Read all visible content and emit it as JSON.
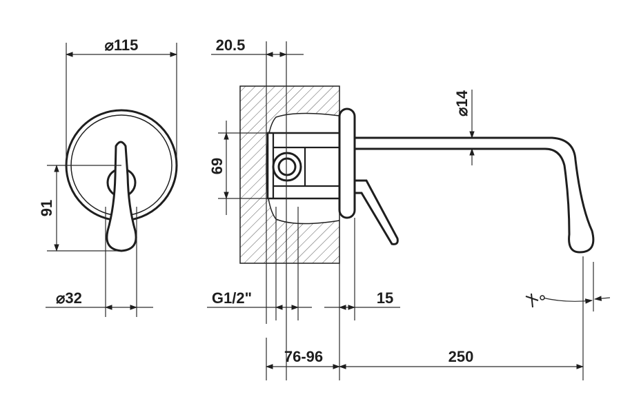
{
  "dimensions": {
    "d115": "⌀115",
    "d32": "⌀32",
    "h91": "91",
    "w20_5": "20.5",
    "h69": "69",
    "d14": "⌀14",
    "thread": "G1/2\"",
    "w15": "15",
    "range": "76-96",
    "length": "250"
  },
  "colors": {
    "ink": "#1e1e1e",
    "background": "#ffffff"
  }
}
